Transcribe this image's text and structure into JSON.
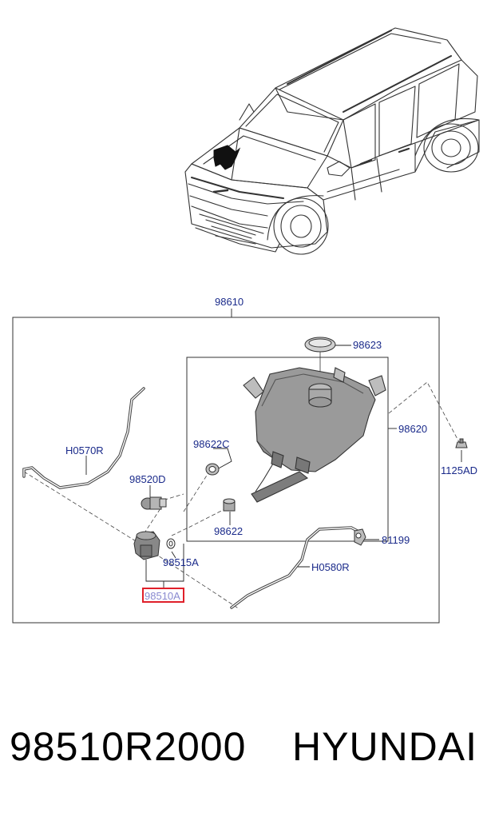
{
  "labels": {
    "assembly": "98610",
    "cap": "98623",
    "reservoir": "98620",
    "grommet_c": "98622C",
    "grommet": "98622",
    "hose_r1": "H0570R",
    "hose_r2": "H0580R",
    "motor_d": "98520D",
    "seal": "98515A",
    "pump": "98510A",
    "bolt": "1125AD",
    "clip": "81199"
  },
  "footer": {
    "part_number": "98510R2000",
    "brand": "HYUNDAI"
  },
  "colors": {
    "label": "#1a2a8a",
    "highlight_box": "#e0202a",
    "line": "#222222"
  }
}
